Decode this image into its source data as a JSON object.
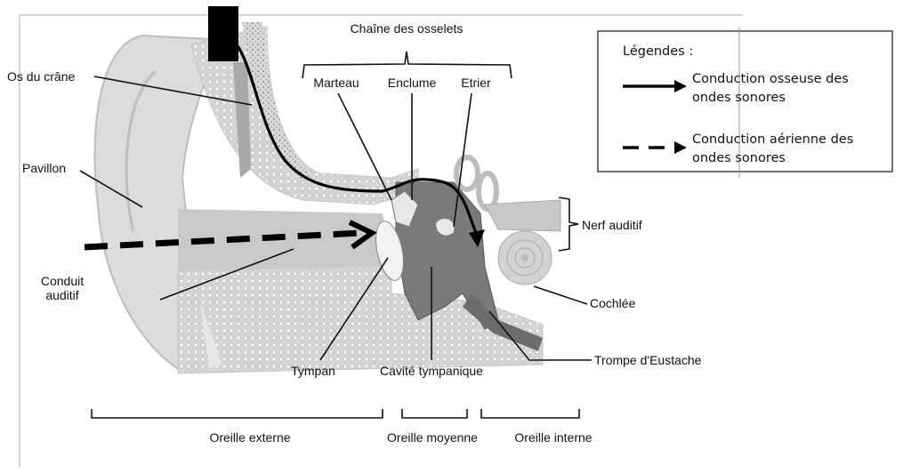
{
  "labels": {
    "chain": "Chaîne des osselets",
    "marteau": "Marteau",
    "enclume": "Enclume",
    "etrier": "Etrier",
    "os_crane": "Os du crâne",
    "pavillon": "Pavillon",
    "conduit_1": "Conduit",
    "conduit_2": "auditif",
    "nerf": "Nerf auditif",
    "cochlee": "Cochlée",
    "trompe": "Trompe d'Eustache",
    "tympan": "Tympan",
    "cavite": "Cavité tympanique",
    "externe": "Oreille externe",
    "moyenne": "Oreille moyenne",
    "interne": "Oreille interne"
  },
  "legend": {
    "title": "Légendes :",
    "solid_1": "Conduction osseuse des",
    "solid_2": "ondes sonores",
    "dashed_1": "Conduction aérienne des",
    "dashed_2": "ondes sonores"
  }
}
